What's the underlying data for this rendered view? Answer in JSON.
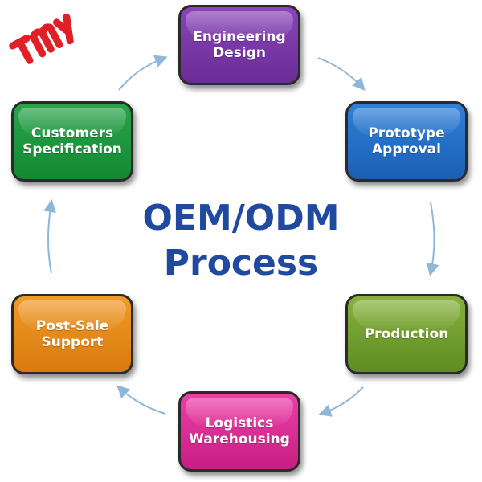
{
  "logo": {
    "text": "TMY",
    "color": "#e01f26"
  },
  "title": {
    "line1": "OEM/ODM",
    "line2": "Process",
    "color": "#1f4aa0"
  },
  "steps": [
    {
      "label": "Engineering\nDesign",
      "color": "#7a38a8"
    },
    {
      "label": "Prototype\nApproval",
      "color": "#2670c8"
    },
    {
      "label": "Production",
      "color": "#74a030"
    },
    {
      "label": "Logistics\nWarehousing",
      "color": "#de2e95"
    },
    {
      "label": "Post-Sale\nSupport",
      "color": "#e68a1c"
    },
    {
      "label": "Customers\nSpecification",
      "color": "#1c9640"
    }
  ],
  "arrow_color": "#8fb8d8"
}
